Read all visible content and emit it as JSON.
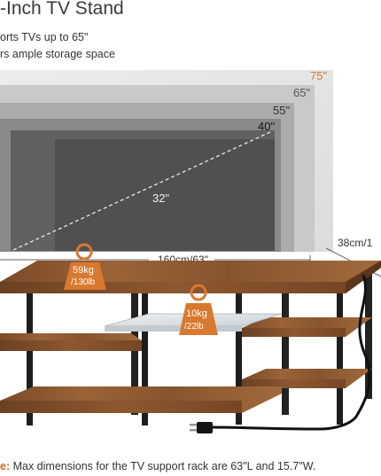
{
  "header": {
    "title": "-Inch TV Stand",
    "features": [
      "orts TVs up to 65\"",
      "rs ample storage space"
    ]
  },
  "screens": {
    "outer_label": "75\"",
    "labels": [
      "65\"",
      "55\"",
      "40\"",
      "32\""
    ]
  },
  "dimensions": {
    "width": "160cm/63\"",
    "depth": "38cm/1"
  },
  "load_badges": {
    "top": {
      "weight": "59kg",
      "capacity": "/130lb"
    },
    "shelf": {
      "weight": "10kg",
      "capacity": "/22lb"
    }
  },
  "note": {
    "prefix": "e:",
    "text": " Max dimensions for the TV support rack are 63\"L and 15.7\"W."
  },
  "colors": {
    "accent": "#d9782f",
    "wood": "#8a5a32",
    "frame": "#222222"
  }
}
